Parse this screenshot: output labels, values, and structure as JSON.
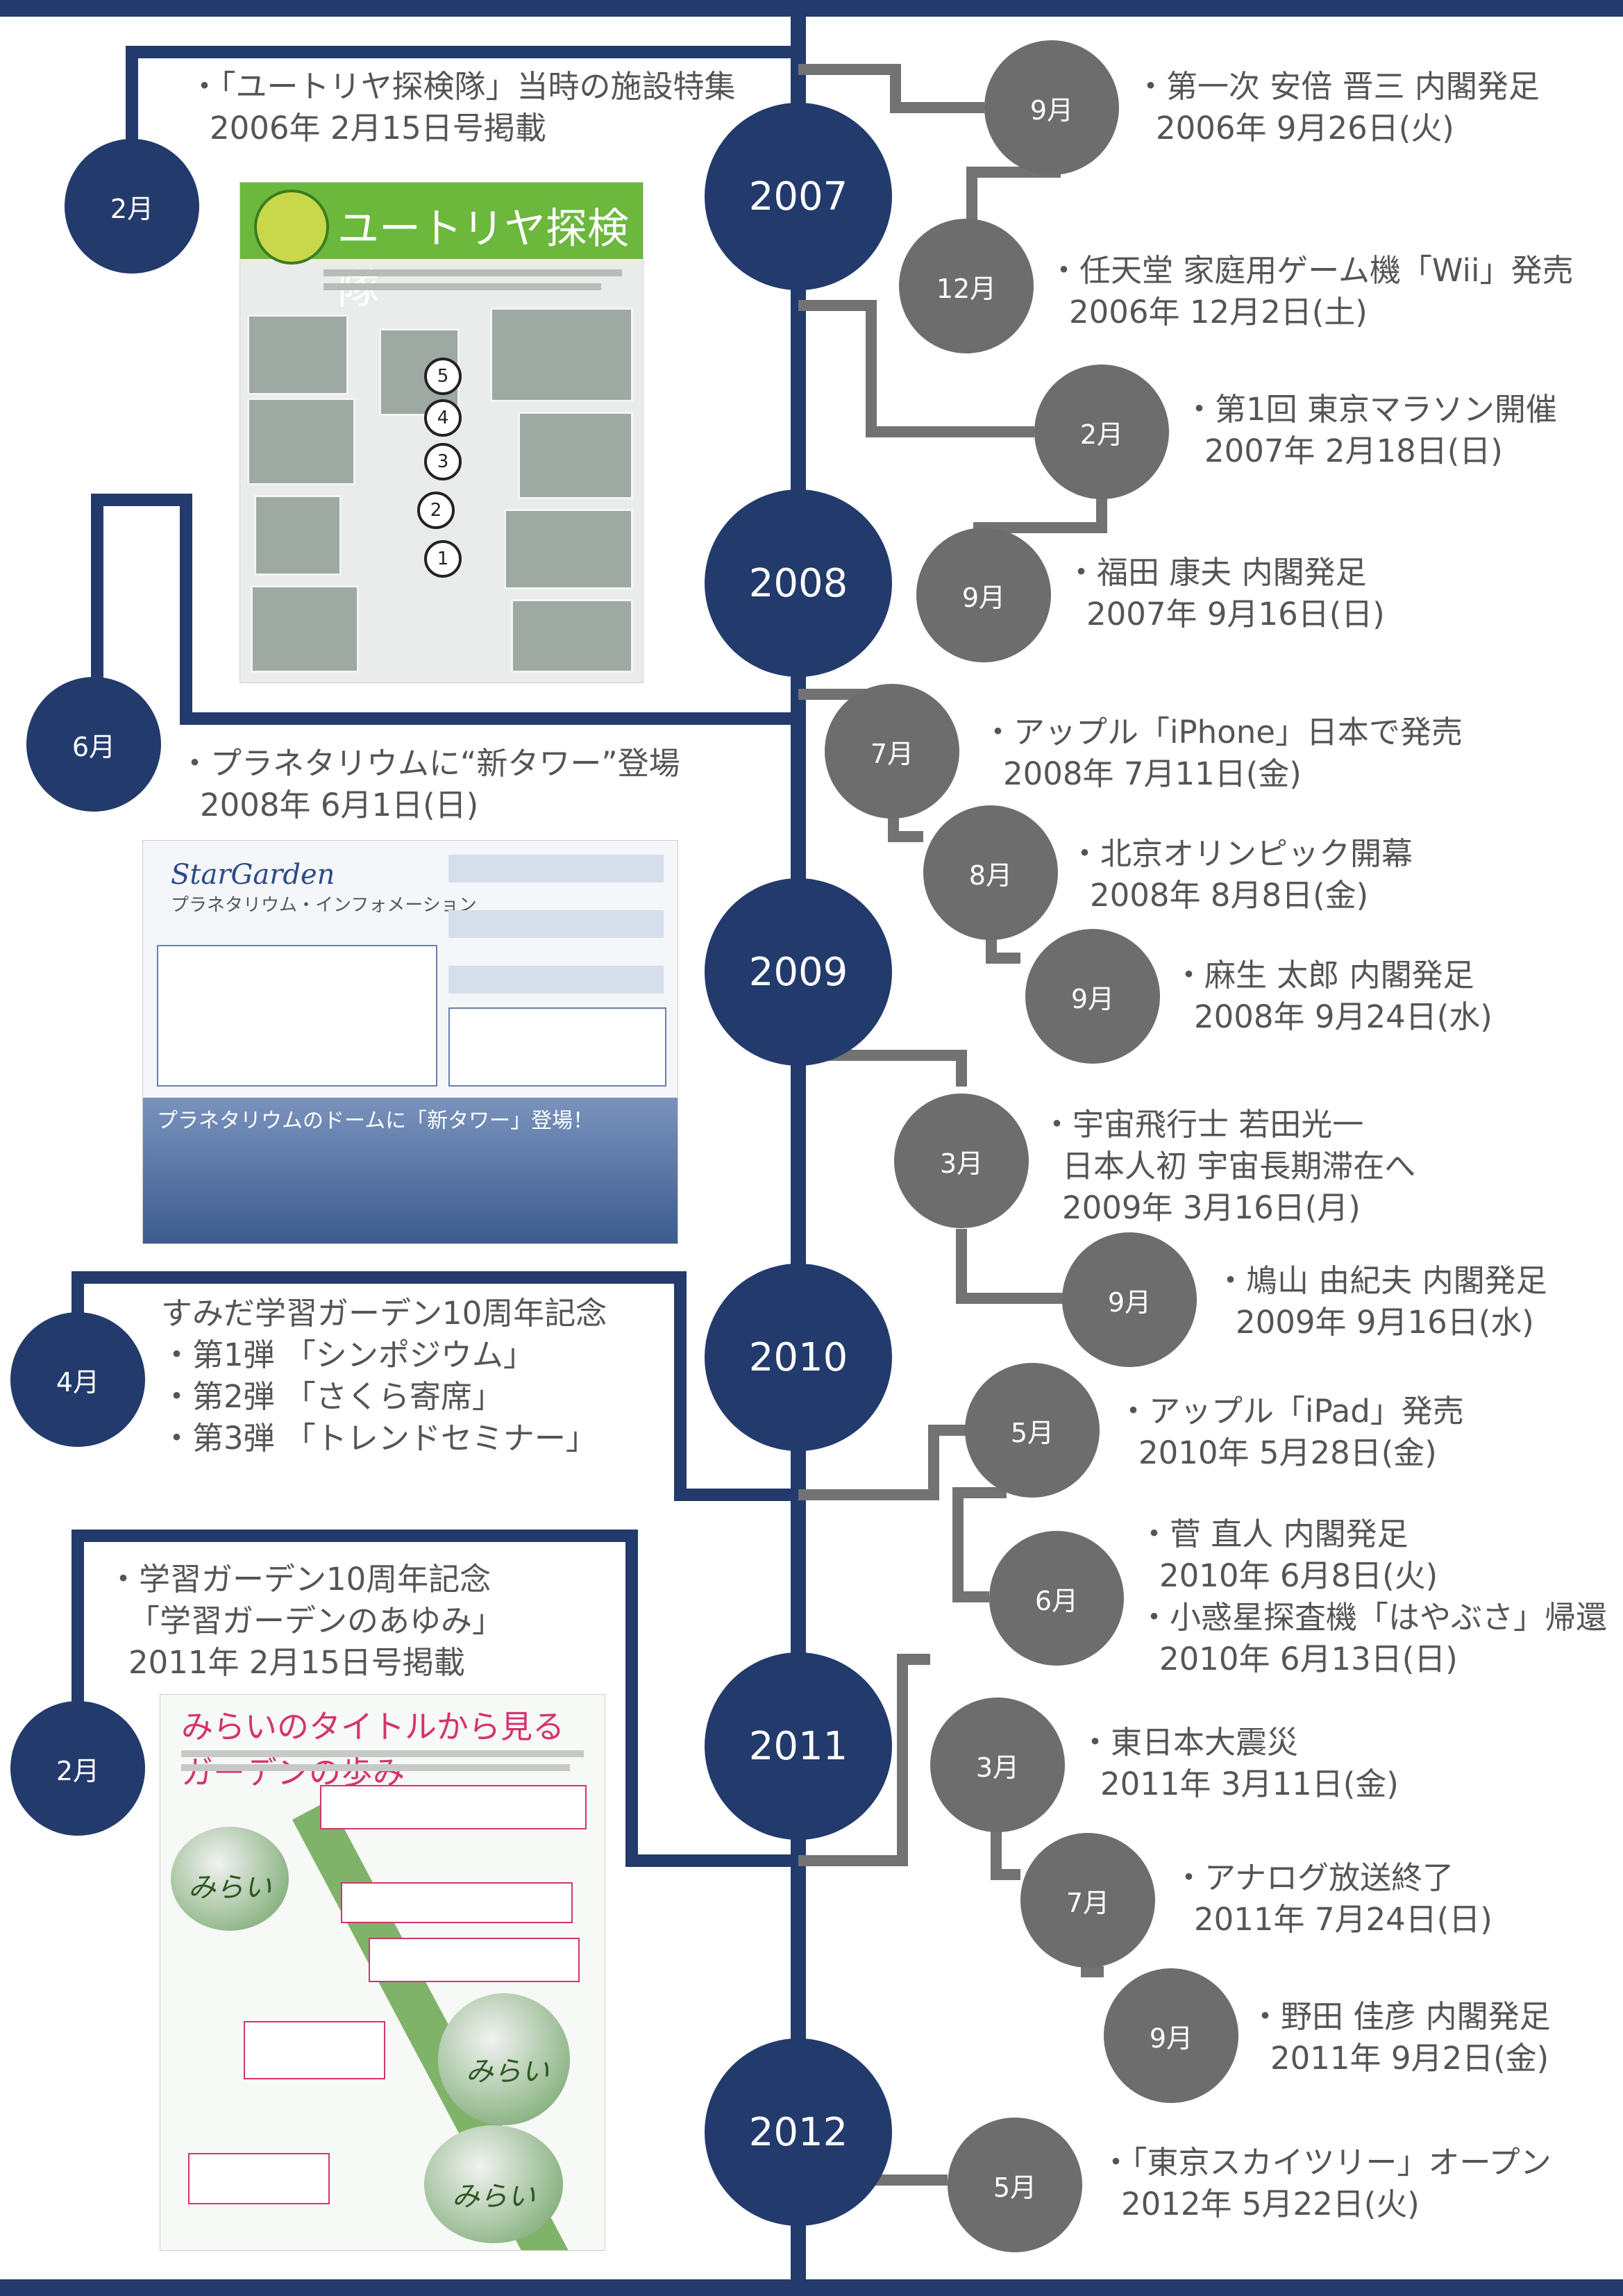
{
  "colors": {
    "navy": "#233a6c",
    "gray_marker": "#6d6d6d",
    "gray_connector": "#727272",
    "text": "#555555"
  },
  "years": [
    "2007",
    "2008",
    "2009",
    "2010",
    "2011",
    "2012"
  ],
  "left_events": [
    {
      "month": "2月",
      "lines": [
        "・「ユートリヤ探検隊」当時の施設特集",
        "2006年  2月15日号掲載"
      ],
      "image": {
        "title": "ユートリヤ探検隊",
        "nodes": [
          "1",
          "2",
          "3",
          "4",
          "5"
        ]
      }
    },
    {
      "month": "6月",
      "lines": [
        "・プラネタリウムに“新タワー”登場",
        "2008年  6月1日(日)"
      ],
      "image": {
        "logo": "StarGarden",
        "logo_sub": "プラネタリウム・インフォメーション",
        "caption": "プラネタリウムのドームに「新タワー」登場！"
      }
    },
    {
      "month": "4月",
      "lines": [
        "すみだ学習ガーデン10周年記念",
        "・第1弾 「シンポジウム」",
        "・第2弾 「さくら寄席」",
        "・第3弾 「トレンドセミナー」"
      ]
    },
    {
      "month": "2月",
      "lines": [
        "・学習ガーデン10周年記念",
        "「学習ガーデンのあゆみ」",
        "2011年  2月15日号掲載"
      ],
      "image": {
        "title": "みらいのタイトルから見るガーデンの歩み",
        "globe_labels": [
          "みらい",
          "みらい",
          "みらい"
        ]
      }
    }
  ],
  "right_events": [
    {
      "month": "9月",
      "lines": [
        "・第一次  安倍 晋三  内閣発足",
        "2006年  9月26日(火)"
      ]
    },
    {
      "month": "12月",
      "lines": [
        "・任天堂  家庭用ゲーム機「Wii」発売",
        "2006年  12月2日(土)"
      ]
    },
    {
      "month": "2月",
      "lines": [
        "・第1回  東京マラソン開催",
        "2007年  2月18日(日)"
      ]
    },
    {
      "month": "9月",
      "lines": [
        "・福田 康夫  内閣発足",
        "2007年  9月16日(日)"
      ]
    },
    {
      "month": "7月",
      "lines": [
        "・アップル「iPhone」日本で発売",
        "2008年  7月11日(金)"
      ]
    },
    {
      "month": "8月",
      "lines": [
        "・北京オリンピック開幕",
        "2008年  8月8日(金)"
      ]
    },
    {
      "month": "9月",
      "lines": [
        "・麻生 太郎  内閣発足",
        "2008年  9月24日(水)"
      ]
    },
    {
      "month": "3月",
      "lines": [
        "・宇宙飛行士  若田光一",
        "日本人初  宇宙長期滞在へ",
        "2009年  3月16日(月)"
      ]
    },
    {
      "month": "9月",
      "lines": [
        "・鳩山 由紀夫  内閣発足",
        "2009年  9月16日(水)"
      ]
    },
    {
      "month": "5月",
      "lines": [
        "・アップル「iPad」発売",
        "2010年  5月28日(金)"
      ]
    },
    {
      "month": "6月",
      "lines": [
        "・菅 直人  内閣発足",
        "2010年  6月8日(火)",
        "・小惑星探査機「はやぶさ」帰還",
        "2010年  6月13日(日)"
      ]
    },
    {
      "month": "3月",
      "lines": [
        "・東日本大震災",
        "2011年  3月11日(金)"
      ]
    },
    {
      "month": "7月",
      "lines": [
        "・アナログ放送終了",
        "2011年  7月24日(日)"
      ]
    },
    {
      "month": "9月",
      "lines": [
        "・野田 佳彦  内閣発足",
        "2011年  9月2日(金)"
      ]
    },
    {
      "month": "5月",
      "lines": [
        "・「東京スカイツリー」オープン",
        "2012年  5月22日(火)"
      ]
    }
  ]
}
